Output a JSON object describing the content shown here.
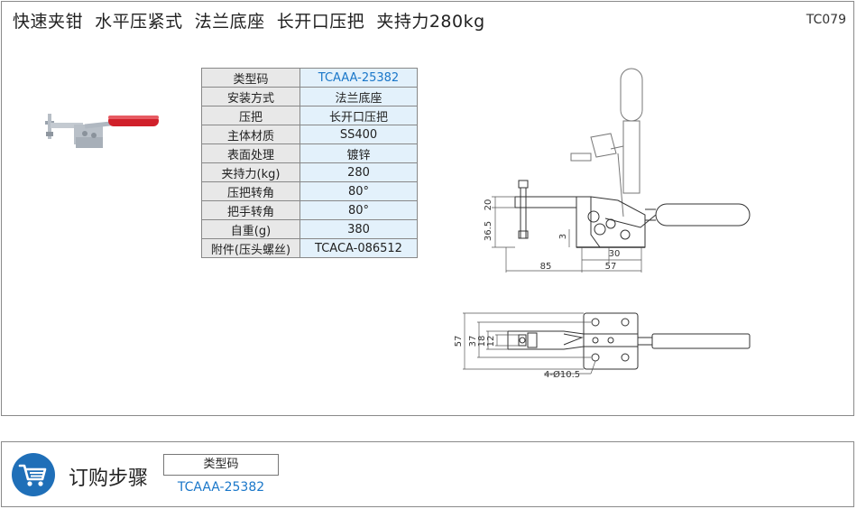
{
  "header": {
    "title": "快速夹钳  水平压紧式  法兰底座  长开口压把  夹持力280kg",
    "code": "TC079"
  },
  "spec_table": [
    {
      "key": "类型码",
      "value": "TCAAA-25382"
    },
    {
      "key": "安装方式",
      "value": "法兰底座"
    },
    {
      "key": "压把",
      "value": "长开口压把"
    },
    {
      "key": "主体材质",
      "value": "SS400"
    },
    {
      "key": "表面处理",
      "value": "镀锌"
    },
    {
      "key": "夹持力(kg)",
      "value": "280"
    },
    {
      "key": "压把转角",
      "value": "80°"
    },
    {
      "key": "把手转角",
      "value": "80°"
    },
    {
      "key": "自重(g)",
      "value": "380"
    },
    {
      "key": "附件(压头螺丝)",
      "value": "TCACA-086512"
    }
  ],
  "drawing": {
    "dims": {
      "d20": "20",
      "d36_5": "36.5",
      "d3": "3",
      "d30": "30",
      "d85": "85",
      "d57": "57",
      "d57v": "57",
      "d37": "37",
      "d18": "18",
      "d12": "12",
      "hole": "4-Ø10.5"
    }
  },
  "order": {
    "title": "订购步骤",
    "box_label": "类型码",
    "value": "TCAAA-25382"
  },
  "colors": {
    "link": "#1a77c9",
    "handle": "#d0202a",
    "cart_bg": "#1f6fb8",
    "table_key_bg": "#e8e8e8",
    "table_value_bg": "#e3f1fb"
  }
}
